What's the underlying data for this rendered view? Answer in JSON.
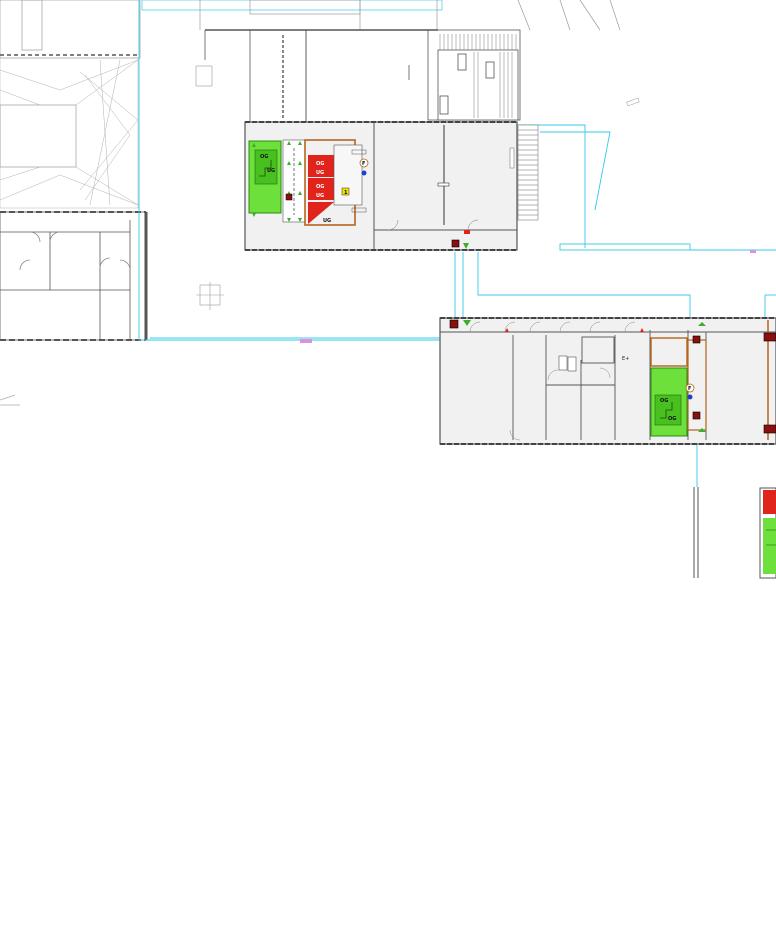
{
  "plan": {
    "colors": {
      "wall": "#555555",
      "thin_line": "#9a9a9a",
      "floor": "#f1f1f1",
      "stair_green": "#6ee03c",
      "hazard_red": "#e0231b",
      "pipe_cyan": "#35c8e8",
      "frame_brown": "#b5651d",
      "marker_blue": "#1c3fd0",
      "marker_yellow": "#f2e200"
    },
    "labels": {
      "building1_stair_floor": "OG",
      "building1_stair_level": "UG",
      "building1_red_a_top": "OG",
      "building1_red_a_bottom": "UG",
      "building1_red_b_top": "OG",
      "building1_red_b_bottom": "UG",
      "building1_bottom_room": "UG",
      "building1_fire_marker": "F",
      "building1_info_box": "1",
      "building2_stair_top": "OG",
      "building2_stair_bottom": "OG",
      "building2_fire_marker": "F",
      "building2_note": "E+"
    },
    "icons": {
      "arrow_exit": "green-arrow-icon",
      "fire_extinguisher": "fire-extinguisher-icon",
      "blue_dot": "water-point-icon",
      "info_square": "info-square-icon"
    }
  }
}
